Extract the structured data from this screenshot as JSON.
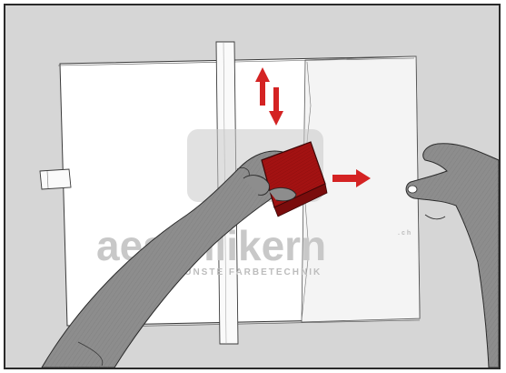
{
  "illustration": {
    "watermark": {
      "brand": "aeschlikern",
      "brand_suffix": ".ch",
      "tagline": "KUNSTE FARBETECHNIK"
    },
    "colors": {
      "background": "#d6d6d6",
      "paper": "#ffffff",
      "tape": "#fafafa",
      "arm": "#8a8a8a",
      "sanding_block": "#a31212",
      "arrow": "#d42323",
      "outline": "#2a2a2a"
    },
    "icons": {
      "vertical_motion": "up-down-arrows-icon",
      "horizontal_motion": "right-arrow-icon"
    }
  }
}
